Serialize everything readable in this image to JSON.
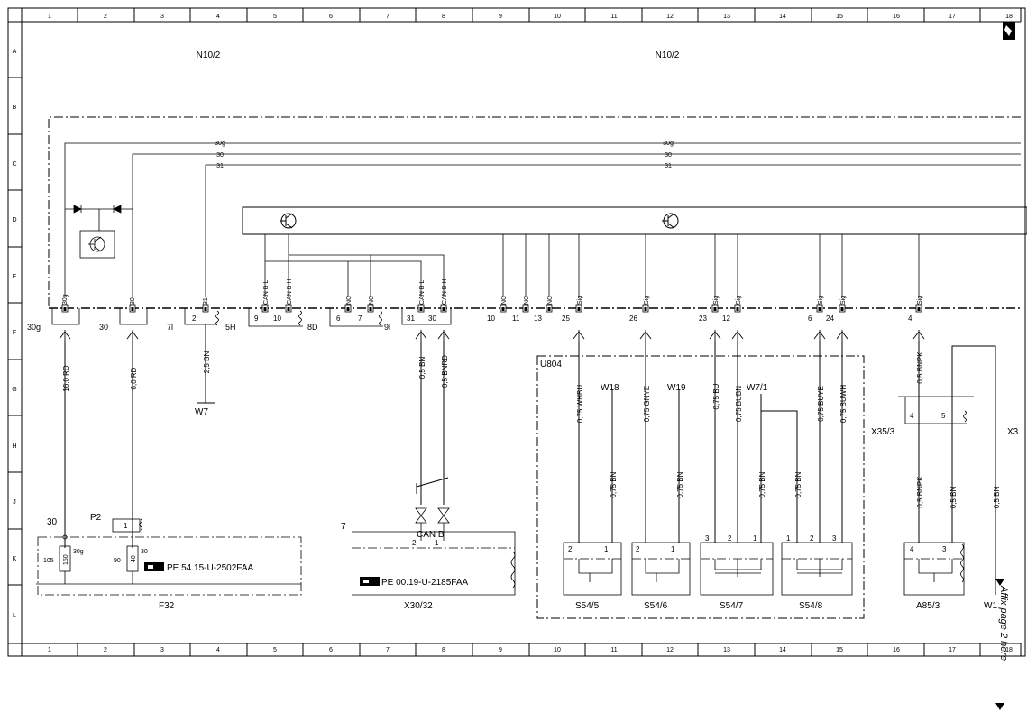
{
  "frame": {
    "columns": [
      "1",
      "2",
      "3",
      "4",
      "5",
      "6",
      "7",
      "8",
      "9",
      "10",
      "11",
      "12",
      "13",
      "14",
      "15",
      "16",
      "17",
      "18"
    ],
    "rows": [
      "A",
      "B",
      "C",
      "D",
      "E",
      "F",
      "G",
      "H",
      "J",
      "K",
      "L"
    ]
  },
  "modules": {
    "n10_2_left": "N10/2",
    "n10_2_right": "N10/2"
  },
  "supply": {
    "line_30g": "30g",
    "line_30": "30",
    "line_31": "31"
  },
  "pins": {
    "p30g": "30g",
    "p30": "30",
    "p31": "31",
    "canbl_1": "CAN B L",
    "canbh_1": "CAN B H",
    "nc_1": "NC",
    "nc_2": "NC",
    "canbl_2": "CAN B L",
    "canbh_2": "CAN B H",
    "nc_3": "NC",
    "nc_4": "NC",
    "nc_5": "NC",
    "sig_1": "Sig",
    "sig_2": "Sig",
    "sig_3": "Sig",
    "sig_4": "Sig",
    "sig_5": "Sig",
    "sig_6": "Sig",
    "sig_7": "Sig"
  },
  "connector_labels": {
    "c30g": "30g",
    "c30": "30",
    "c7l": "7l",
    "c2": "2",
    "c5h": "5H",
    "c9": "9",
    "c10": "10",
    "c8d": "8D",
    "c6": "6",
    "c7": "7",
    "c9l": "9l",
    "c31": "31",
    "c30b": "30",
    "c10b": "10",
    "c11": "11",
    "c13": "13",
    "c25": "25",
    "c26": "26",
    "c23": "23",
    "c12": "12",
    "c6b": "6",
    "c24": "24",
    "c4": "4"
  },
  "wires": {
    "w1": "16,0 RD",
    "w2": "6,0 RD",
    "w3": "2,5 BN",
    "w4": "0,5 BN",
    "w5": "0,5 BNRD",
    "w6": "0,75 WHBU",
    "w7": "0,75 GNYE",
    "w8": "0,75 BU",
    "w9": "0,75 BUBN",
    "w10": "0,75 BUYE",
    "w11": "0,75 BUWH",
    "w12": "0,5 BNPK",
    "w13": "0,75 BN",
    "w14": "0,75 BN",
    "w15": "0,75 BN",
    "w16": "0,75 BN",
    "w17": "0,5 BNPK",
    "w18": "0,5 BN",
    "w19": "0,5 BN"
  },
  "components": {
    "w7_ground": "W7",
    "u804": "U804",
    "w18": "W18",
    "w19": "W19",
    "w7_1": "W7/1",
    "x35_3": "X35/3",
    "x3_cut": "X3",
    "p2": "P2",
    "p2_pin": "1",
    "lbl_30": "30",
    "fuse_105": "105",
    "fuse_150": "150",
    "fuse_30g": "30g",
    "fuse_90": "90",
    "fuse_40": "40",
    "fuse_30": "30",
    "ref_pe54": "PE 54.15-U-2502FAA",
    "f32": "F32",
    "x30_7": "7",
    "can_b": "CAN B",
    "x30_pin2": "2",
    "x30_pin1": "1",
    "ref_pe00": "PE 00.19-U-2185FAA",
    "x30_32": "X30/32",
    "s54_5": "S54/5",
    "s54_6": "S54/6",
    "s54_7": "S54/7",
    "s54_8": "S54/8",
    "a85_3": "A85/3",
    "w1_cut": "W1",
    "x35_pin4": "4",
    "x35_pin5": "5",
    "s545_p2": "2",
    "s545_p1": "1",
    "s546_p2": "2",
    "s546_p1": "1",
    "s547_p3": "3",
    "s547_p2": "2",
    "s547_p1": "1",
    "s548_p1": "1",
    "s548_p2": "2",
    "s548_p3": "3",
    "a853_p4": "4",
    "a853_p3": "3"
  },
  "side_note": "Affix page 2 here"
}
